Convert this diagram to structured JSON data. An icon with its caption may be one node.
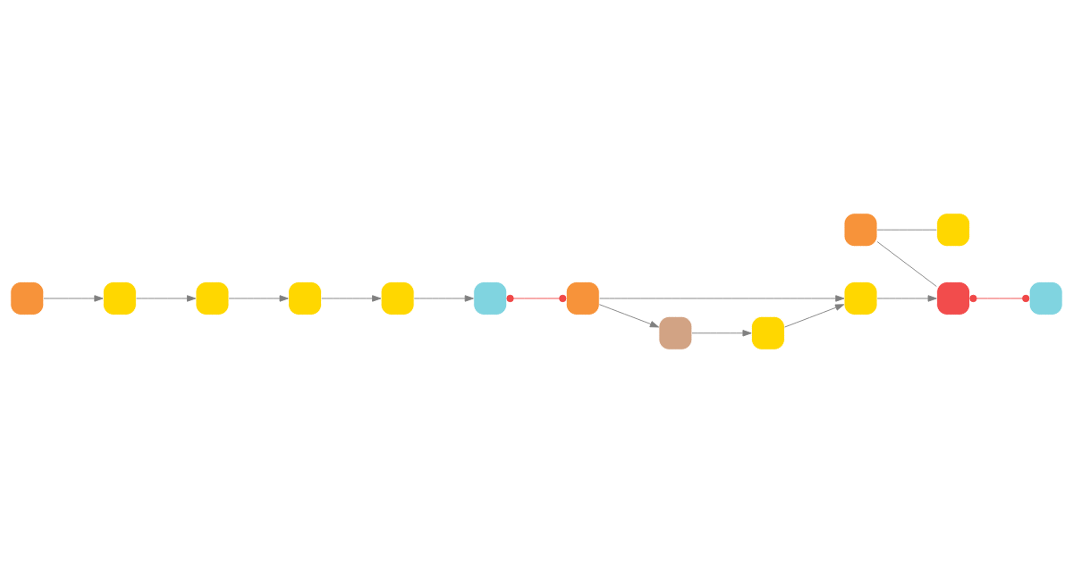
{
  "diagram": {
    "nodes": [
      {
        "text": [],
        "shape": "box"
      },
      {
        "text": [],
        "shape": "box"
      },
      {
        "text": [],
        "shape": "box"
      },
      {
        "text": [],
        "shape": "box"
      },
      {
        "text": [],
        "shape": "box"
      },
      {
        "text": [],
        "shape": "box"
      },
      {
        "text": [],
        "shape": "box"
      },
      {
        "text": [],
        "shape": "box"
      },
      {
        "text": [],
        "shape": "box"
      },
      {
        "text": [],
        "shape": "box"
      },
      {
        "text": [],
        "shape": "box"
      },
      {
        "text": [],
        "shape": "box"
      },
      {
        "text": [],
        "shape": "box"
      },
      {
        "text": [],
        "shape": "box"
      }
    ],
    "edges": [
      {
        "from": 0,
        "to": 1,
        "arrow": "none"
      },
      {
        "from": 0,
        "to": 10,
        "arrow": "none"
      },
      {
        "from": 2,
        "to": 3,
        "arrow": "to"
      },
      {
        "from": 3,
        "to": 4,
        "arrow": "to"
      },
      {
        "from": 4,
        "to": 5,
        "arrow": "to"
      },
      {
        "from": 5,
        "to": 6,
        "arrow": "to"
      },
      {
        "from": 6,
        "to": 7,
        "arrow": "to"
      },
      {
        "from": 7,
        "to": 8,
        "arrow": "other",
        "color": "#f04848"
      },
      {
        "from": 8,
        "to": 9,
        "arrow": "to"
      },
      {
        "from": 8,
        "to": 12,
        "arrow": "to"
      },
      {
        "from": 12,
        "to": 13,
        "arrow": "to"
      },
      {
        "from": 13,
        "to": 9,
        "arrow": "to"
      },
      {
        "from": 9,
        "to": 10,
        "arrow": "to"
      },
      {
        "from": 10,
        "to": 11,
        "arrow": "other",
        "color": "#f04848"
      }
    ]
  }
}
